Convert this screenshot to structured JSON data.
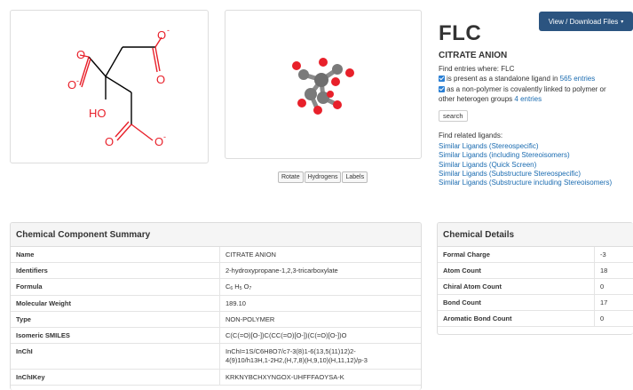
{
  "structure2d": {
    "atoms": {
      "o": "O",
      "o_minus": "O",
      "minus": "-",
      "ho": "HO"
    }
  },
  "viewer_buttons": {
    "rotate": "Rotate",
    "hydrogens": "Hydrogens",
    "labels": "Labels"
  },
  "download_button": "View / Download Files",
  "ligand": {
    "id": "FLC",
    "name": "CITRATE ANION",
    "find_entries_prefix": "Find entries where: FLC",
    "standalone_prefix": "is present as a standalone ligand in",
    "standalone_link": "565 entries",
    "polymer_text_1": "as a non-polymer is covalently linked to polymer or",
    "polymer_text_2": "other heterogen groups",
    "polymer_link": "4 entries",
    "search_label": "search",
    "related_heading": "Find related ligands:",
    "related_links": [
      "Similar Ligands (Stereospecific)",
      "Similar Ligands (including Stereoisomers)",
      "Similar Ligands (Quick Screen)",
      "Similar Ligands (Substructure Stereospecific)",
      "Similar Ligands (Substructure including Stereoisomers)"
    ]
  },
  "summary": {
    "title": "Chemical Component Summary",
    "rows": {
      "name": {
        "label": "Name",
        "value": "CITRATE ANION"
      },
      "identifiers": {
        "label": "Identifiers",
        "value": "2-hydroxypropane-1,2,3-tricarboxylate"
      },
      "formula": {
        "label": "Formula",
        "c": "C",
        "c_n": "6",
        "h": "H",
        "h_n": "5",
        "o": "O",
        "o_n": "7"
      },
      "weight": {
        "label": "Molecular Weight",
        "value": "189.10"
      },
      "type": {
        "label": "Type",
        "value": "NON-POLYMER"
      },
      "smiles": {
        "label": "Isomeric SMILES",
        "value": "C(C(=O)[O-])C(CC(=O)[O-])(C(=O)[O-])O"
      },
      "inchi": {
        "label": "InChI",
        "line1": "InChI=1S/C6H8O7/c7-3(8)1-6(13,5(11)12)2-",
        "line2": "4(9)10/h13H,1-2H2,(H,7,8)(H,9,10)(H,11,12)/p-3"
      },
      "inchikey": {
        "label": "InChIKey",
        "value": "KRKNYBCHXYNGOX-UHFFFAOYSA-K"
      }
    }
  },
  "details": {
    "title": "Chemical Details",
    "rows": [
      {
        "label": "Formal Charge",
        "value": "-3"
      },
      {
        "label": "Atom Count",
        "value": "18"
      },
      {
        "label": "Chiral Atom Count",
        "value": "0"
      },
      {
        "label": "Bond Count",
        "value": "17"
      },
      {
        "label": "Aromatic Bond Count",
        "value": "0"
      }
    ]
  },
  "colors": {
    "oxygen": "#e8202a",
    "bond": "#000000",
    "carbon3d": "#7a7a7a",
    "link": "#1a6bb0",
    "button": "#2b5480"
  }
}
